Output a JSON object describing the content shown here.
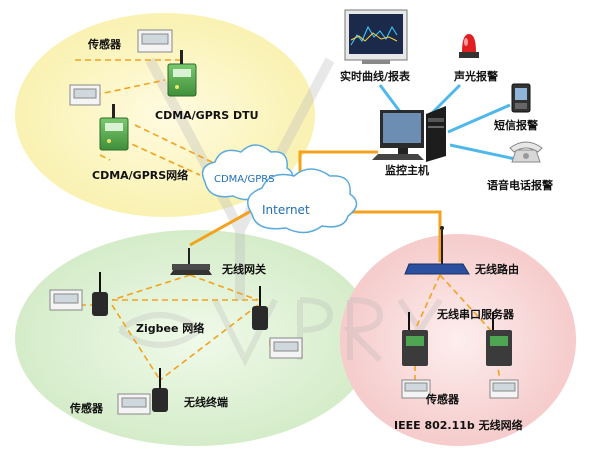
{
  "colors": {
    "yellow_zone": "#fbf5b8",
    "green_zone": "#d9f0cf",
    "pink_zone": "#f9d6d6",
    "orange_link": "#f4a21c",
    "blue_link": "#4fb8ea",
    "cloud_stroke": "#5aa9dc",
    "watermark": "#c8c8c8"
  },
  "labels": {
    "sensor_top": "传感器",
    "dtu": "CDMA/GPRS DTU",
    "cdma_network": "CDMA/GPRS网络",
    "cloud_cdma": "CDMA/GPRS",
    "cloud_internet": "Internet",
    "realtime_curve": "实时曲线/报表",
    "sound_light_alarm": "声光报警",
    "sms_alarm": "短信报警",
    "host": "监控主机",
    "voice_alarm": "语音电话报警",
    "wireless_gateway": "无线网关",
    "zigbee_network": "Zigbee 网络",
    "sensor_bottom_left": "传感器",
    "wireless_terminal": "无线终端",
    "wireless_router": "无线路由",
    "wireless_serial": "无线串口服务器",
    "sensor_bottom_right": "传感器",
    "ieee_network": "IEEE 802.11b 无线网络"
  },
  "icons": {
    "monitor_screen": "monitor-screen-icon",
    "alarm_light": "alarm-light-icon",
    "phone": "mobile-phone-icon",
    "telephone": "telephone-icon",
    "computer": "computer-host-icon",
    "router": "router-icon",
    "dtu": "dtu-module-icon",
    "sensor": "sensor-display-icon"
  }
}
